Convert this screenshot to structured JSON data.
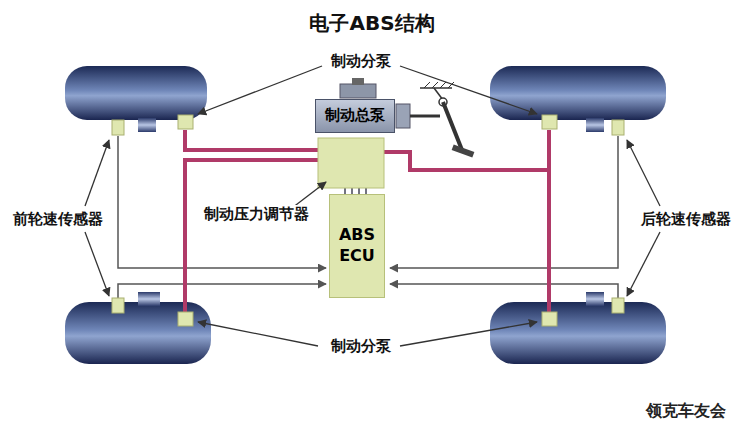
{
  "diagram": {
    "title": "电子ABS结构",
    "nodes": [
      {
        "text": [
          "制动总泵"
        ]
      },
      {
        "text": [
          "ABS ECU"
        ]
      }
    ],
    "labels": [
      "制动分泵",
      "制动压力调节器",
      "前轮速传感器",
      "后轮速传感器",
      "制动分泵",
      "领克车友会"
    ]
  }
}
